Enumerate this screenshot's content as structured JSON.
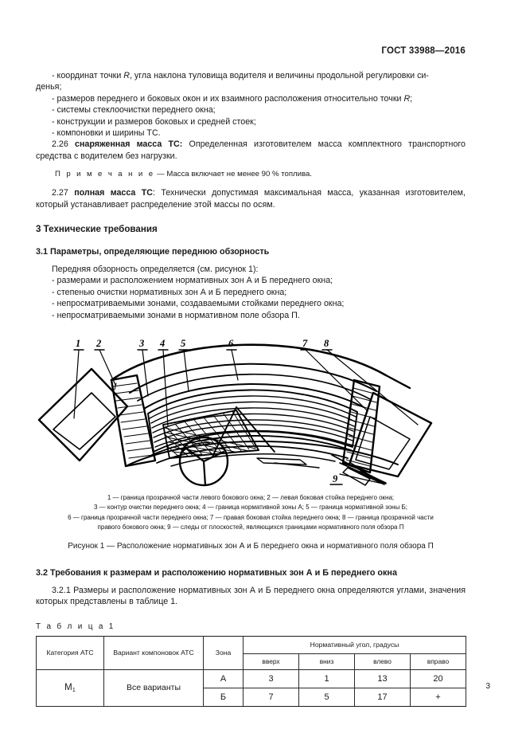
{
  "header": {
    "standard_ref": "ГОСТ 33988—2016"
  },
  "body": {
    "para_first": "- координат точки R, угла наклона туловища водителя и величины продольной регулировки си-",
    "para_first_cont": "денья;",
    "bullets_top": [
      "- размеров переднего и боковых окон и их взаимного расположения относительно точки R;",
      "- системы стеклоочистки переднего окна;",
      "- конструкции и размеров боковых и средней стоек;",
      "- компоновки и ширины ТС."
    ],
    "item_2_26_num": "2.26 ",
    "item_2_26_term": "снаряженная масса ТС:",
    "item_2_26_text": " Определенная изготовителем масса комплектного транспортного средства с водителем без нагрузки.",
    "note_label": "П р и м е ч а н и е",
    "note_dash": " — ",
    "note_text": "Масса включает не менее 90 % топлива.",
    "item_2_27_num": "2.27 ",
    "item_2_27_term": "полная масса ТС",
    "item_2_27_text": ": Технически допустимая максимальная масса, указанная изготовителем, который устанавливает распределение этой массы по осям.",
    "heading_3": "3 Технические требования",
    "heading_3_1": "3.1 Параметры, определяющие переднюю обзорность",
    "para_3_1_intro": "Передняя обзорность определяется (см. рисунок 1):",
    "bullets_3_1": [
      "- размерами и расположением нормативных зон А и Б переднего окна;",
      "- степенью очистки нормативных зон А и Б переднего окна;",
      "- непросматриваемыми зонами, создаваемыми стойками переднего окна;",
      "- непросматриваемыми зонами в нормативном поле обзора П."
    ],
    "heading_3_2": "3.2 Требования к размерам и расположению нормативных зон А и Б переднего окна",
    "para_3_2_1": "3.2.1 Размеры и расположение нормативных зон А и Б переднего окна определяются углами, значения которых представлены в таблице 1."
  },
  "figure": {
    "callout_labels": [
      "1",
      "2",
      "3",
      "4",
      "5",
      "6",
      "7",
      "8",
      "9"
    ],
    "legend_line_1": "1 — граница прозрачной части левого бокового окна; 2 — левая боковая стойка переднего окна;",
    "legend_line_2": "3 — контур очистки переднего окна; 4 — граница нормативной зоны А; 5 — граница нормативной зоны Б;",
    "legend_line_3": "6 — граница прозрачной части переднего окна; 7 — правая боковая стойка переднего окна; 8 — граница прозрачной части",
    "legend_line_4": "правого бокового окна; 9 — следы от плоскостей, являющихся границами нормативного поля обзора П",
    "caption": "Рисунок 1 — Расположение нормативных зон А и Б переднего окна и нормативного поля обзора П"
  },
  "table": {
    "label": "Т а б л и ц а  1",
    "headers": {
      "col_category": "Категория АТС",
      "col_variant": "Вариант компоновок АТС",
      "col_zone": "Зона",
      "group_angle": "Нормативный угол, градусы",
      "sub_up": "вверх",
      "sub_down": "вниз",
      "sub_left": "влево",
      "sub_right": "вправо"
    },
    "rows": [
      {
        "category": "M",
        "category_sub": "1",
        "variant": "Все варианты",
        "zone": "А",
        "up": "3",
        "down": "1",
        "left": "13",
        "right": "20"
      },
      {
        "zone": "Б",
        "up": "7",
        "down": "5",
        "left": "17",
        "right": "+"
      }
    ]
  },
  "footer": {
    "page_number": "3"
  }
}
